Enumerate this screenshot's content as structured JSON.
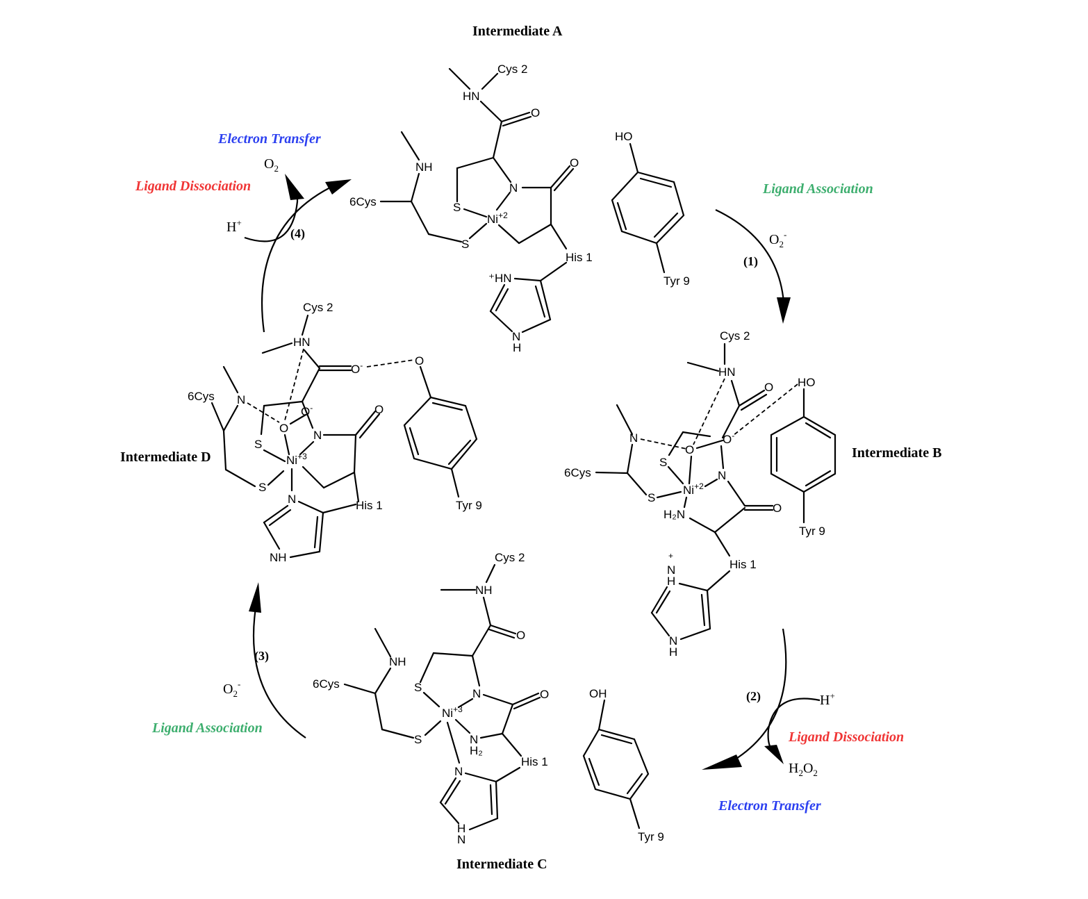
{
  "colors": {
    "electron_transfer": "#2b3ff0",
    "ligand_dissociation": "#f03535",
    "ligand_association": "#3dae6e"
  },
  "intermediates": {
    "A": {
      "title": "Intermediate A",
      "nickel": "Ni",
      "charge": "+2"
    },
    "B": {
      "title": "Intermediate B",
      "nickel": "Ni",
      "charge": "+2"
    },
    "C": {
      "title": "Intermediate C",
      "nickel": "Ni",
      "charge": "+3"
    },
    "D": {
      "title": "Intermediate D",
      "nickel": "Ni",
      "charge": "+3"
    }
  },
  "residues": {
    "cys2": "Cys 2",
    "cys6": "6Cys",
    "his1": "His 1",
    "tyr9": "Tyr 9",
    "hn": "HN",
    "nh": "NH",
    "n": "N",
    "s": "S",
    "o": "O",
    "o_minus": "O",
    "minus": "-",
    "plus": "+",
    "ho": "HO",
    "oh": "OH",
    "h": "H",
    "h2n": "H₂N",
    "nh2_n": "N",
    "nh2_h": "H₂",
    "plus_hn": "⁺HN"
  },
  "steps": [
    {
      "id": "1",
      "label": "(1)",
      "process": "Ligand Association",
      "species_in": "O2-"
    },
    {
      "id": "2",
      "label": "(2)",
      "process_a": "Ligand Dissociation",
      "process_b": "Electron Transfer",
      "species_in": "H+",
      "species_out": "H2O2"
    },
    {
      "id": "3",
      "label": "(3)",
      "process": "Ligand Association",
      "species_in": "O2-"
    },
    {
      "id": "4",
      "label": "(4)",
      "process_a": "Electron Transfer",
      "process_b": "Ligand Dissociation",
      "species_in": "H+",
      "species_out": "O2"
    }
  ],
  "species_text": {
    "O": "O",
    "two": "2",
    "minus": "-",
    "H": "H",
    "plus": "+"
  }
}
